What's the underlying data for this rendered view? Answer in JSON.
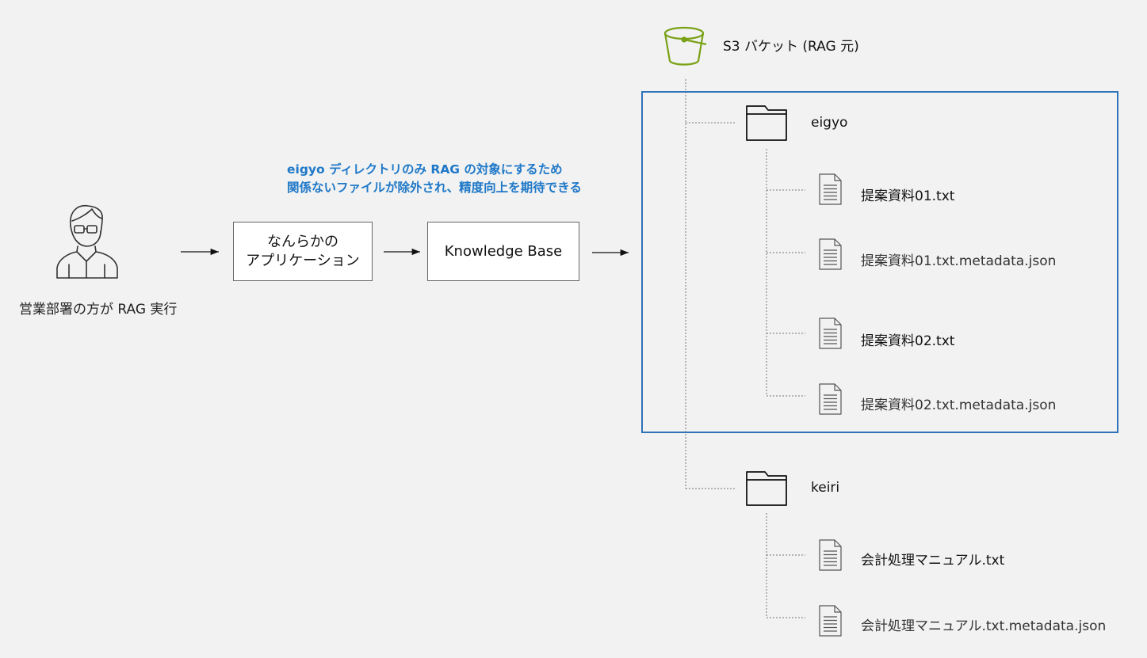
{
  "user": {
    "caption": "営業部署の方が RAG 実行"
  },
  "app_box": {
    "line1": "なんらかの",
    "line2": "アプリケーション"
  },
  "kb_box": {
    "label": "Knowledge Base"
  },
  "note": {
    "line1": "eigyo ディレクトリのみ RAG の対象にするため",
    "line2": "関係ないファイルが除外され、精度向上を期待できる"
  },
  "bucket": {
    "label": "S3 バケット (RAG 元)"
  },
  "folders": [
    {
      "name": "eigyo",
      "files": [
        "提案資料01.txt",
        "提案資料01.txt.metadata.json",
        "提案資料02.txt",
        "提案資料02.txt.metadata.json"
      ]
    },
    {
      "name": "keiri",
      "files": [
        "会計処理マニュアル.txt",
        "会計処理マニュアル.txt.metadata.json"
      ]
    }
  ],
  "colors": {
    "highlight_border": "#2f73b9",
    "note_text": "#1f78c8",
    "bucket_icon": "#7aa116",
    "background": "#f1f2f1"
  }
}
